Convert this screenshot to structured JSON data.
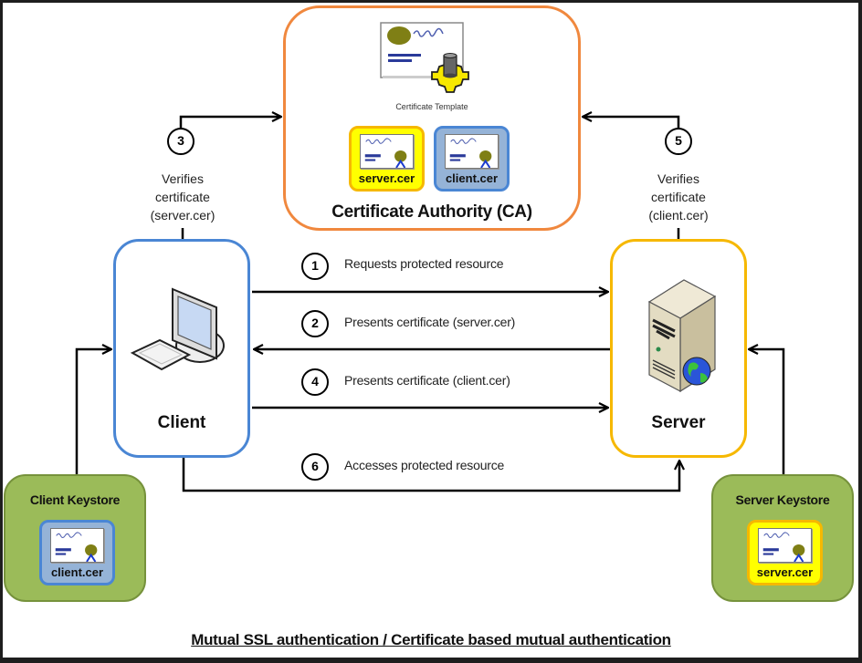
{
  "title": "Mutual SSL authentication / Certificate based mutual authentication",
  "ca": {
    "label": "Certificate Authority (CA)",
    "template_label": "Certificate Template",
    "template_icon": "certificate-template-gear-icon",
    "certs": [
      {
        "name": "server.cer",
        "style": "yellow"
      },
      {
        "name": "client.cer",
        "style": "blue"
      }
    ]
  },
  "client": {
    "label": "Client",
    "icon": "desktop-computer-icon"
  },
  "server": {
    "label": "Server",
    "icon": "server-tower-globe-icon"
  },
  "client_keystore": {
    "label": "Client Keystore",
    "cert": "client.cer"
  },
  "server_keystore": {
    "label": "Server Keystore",
    "cert": "server.cer"
  },
  "steps": [
    {
      "num": "1",
      "text": "Requests protected resource",
      "direction": "client-to-server"
    },
    {
      "num": "2",
      "text": "Presents certificate (server.cer)",
      "direction": "server-to-client"
    },
    {
      "num": "3",
      "text": "Verifies certificate (server.cer)",
      "direction": "client-to-ca"
    },
    {
      "num": "4",
      "text": "Presents certificate (client.cer)",
      "direction": "client-to-server"
    },
    {
      "num": "5",
      "text": "Verifies certificate (client.cer)",
      "direction": "server-to-ca"
    },
    {
      "num": "6",
      "text": "Accesses protected resource",
      "direction": "client-to-server"
    }
  ],
  "verify_left": {
    "line1": "Verifies",
    "line2": "certificate",
    "line3": "(server.cer)"
  },
  "verify_right": {
    "line1": "Verifies",
    "line2": "certificate",
    "line3": "(client.cer)"
  },
  "colors": {
    "ca_border": "#f0883e",
    "client_border": "#4a86d4",
    "server_border": "#f6b800",
    "keystore_fill": "#9bbb59",
    "cert_yellow": "#ffff00",
    "cert_blue": "#95b3d7"
  }
}
